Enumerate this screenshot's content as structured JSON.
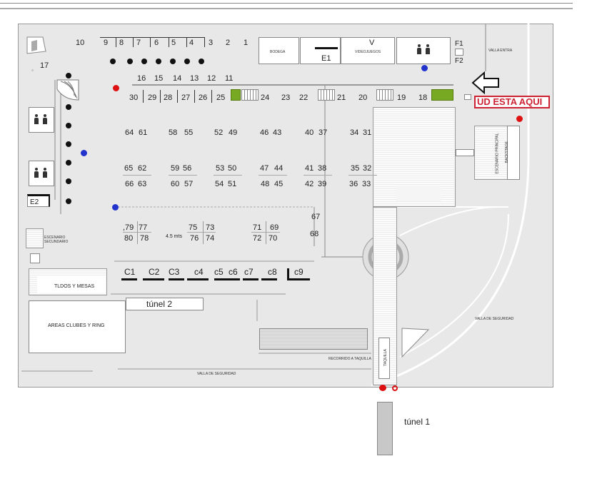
{
  "stands": {
    "top_row": [
      "10",
      "9",
      "8",
      "7",
      "6",
      "5",
      "4",
      "3",
      "2",
      "1"
    ],
    "second_row": [
      "16",
      "15",
      "14",
      "13",
      "12",
      "11"
    ],
    "third_row_left": [
      "30",
      "29",
      "28",
      "27",
      "26",
      "25"
    ],
    "third_row_right": [
      "24",
      "23",
      "22",
      "21",
      "20",
      "19",
      "18"
    ],
    "left_upper": [
      "17"
    ],
    "grid_a": [
      "64",
      "61",
      "58",
      "55",
      "52",
      "49",
      "46",
      "43",
      "40",
      "37",
      "34",
      "31"
    ],
    "grid_b": [
      "65",
      "62",
      "59",
      "56",
      "53",
      "50",
      "47",
      "44",
      "41",
      "38",
      "35",
      "32"
    ],
    "grid_c": [
      "66",
      "63",
      "60",
      "57",
      "54",
      "51",
      "48",
      "45",
      "42",
      "39",
      "36",
      "33"
    ],
    "grid_d": [
      ",79",
      "77",
      "75",
      "73",
      "71",
      "69"
    ],
    "grid_e": [
      "80",
      "78",
      "76",
      "74",
      "72",
      "70"
    ],
    "side": [
      "67",
      "68"
    ],
    "carpas": [
      "C1",
      "C2",
      "C3",
      "c4",
      "c5",
      "c6",
      "c7",
      "c8",
      "c9"
    ]
  },
  "labels": {
    "bodega": "BODEGA",
    "v": "V",
    "e1": "E1",
    "videojuegos": "VIDEOJUEGOS",
    "f1": "F1",
    "f2": "F2",
    "valla_entra": "VALLA ENTRA",
    "ud_esta_aqui": "UD ESTA AQUI",
    "backstage": "BACKSTAGE",
    "e2": "E2",
    "escenario_secundario": "ESCENARIO SECUNDARIO",
    "toldos_y_mesas": "TLDOS Y MESAS",
    "areas_clubes": "AREAS  CLUBES Y RING",
    "tunel_2": "túnel 2",
    "tunel_1": "túnel 1",
    "mts": "4.5 mts",
    "valla_seguridad_bottom": "VALLA DE SEGURIDAD",
    "valla_seguridad_right": "VALLA DE SEGURIDAD",
    "taquilla": "TAQUILLA",
    "recorrido_taquilla": "RECORRIDO A TAQUILLA"
  },
  "colors": {
    "highlight_red": "#cc2233",
    "marker_blue": "#2233cc",
    "stand_green": "#77aa22"
  }
}
